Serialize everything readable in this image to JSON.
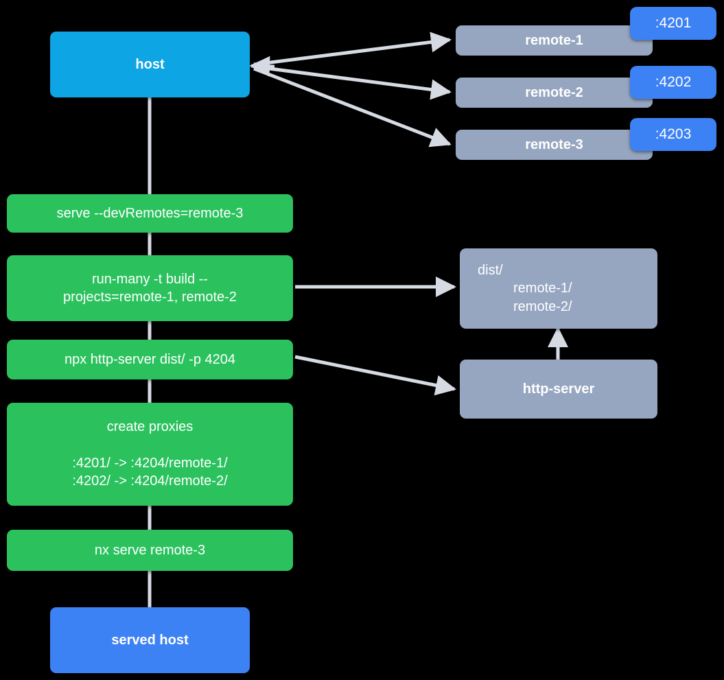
{
  "diagram": {
    "title": "Nx module federation host and remotes serve flow",
    "background": "#000000",
    "colors": {
      "host": "#0ea5e4",
      "served_host": "#3d82f5",
      "command": "#2bc25e",
      "gray_node": "#96a6c0",
      "port_badge": "#3d82f5",
      "edge": "#d5dae3",
      "text": "#ffffff"
    },
    "nodes": {
      "host": {
        "label": "host"
      },
      "remote_1": {
        "label": "remote-1",
        "port": ":4201"
      },
      "remote_2": {
        "label": "remote-2",
        "port": ":4202"
      },
      "remote_3": {
        "label": "remote-3",
        "port": ":4203"
      },
      "serve_command": {
        "label": "serve --devRemotes=remote-3"
      },
      "run_many": {
        "label": "run-many -t build --\nprojects=remote-1, remote-2"
      },
      "http_server_command": {
        "label": "npx http-server dist/ -p 4204"
      },
      "create_proxies": {
        "title": "create proxies",
        "rules": ":4201/ -> :4204/remote-1/\n:4202/ -> :4204/remote-2/"
      },
      "nx_serve_remote_3": {
        "label": "nx serve remote-3"
      },
      "served_host": {
        "label": "served host"
      },
      "dist_folder": {
        "root": "dist/",
        "children": "remote-1/\nremote-2/"
      },
      "http_server": {
        "label": "http-server"
      }
    },
    "edges": [
      {
        "from": "host",
        "to": "remote-1",
        "kind": "arrow"
      },
      {
        "from": "host",
        "to": "remote-2",
        "kind": "arrow"
      },
      {
        "from": "host",
        "to": "remote-3",
        "kind": "arrow"
      },
      {
        "from": "host",
        "to": "serve_command",
        "kind": "line"
      },
      {
        "from": "serve_command",
        "to": "run_many",
        "kind": "line"
      },
      {
        "from": "run_many",
        "to": "dist_folder",
        "kind": "arrow"
      },
      {
        "from": "run_many",
        "to": "http_server_command",
        "kind": "line"
      },
      {
        "from": "http_server_command",
        "to": "http_server",
        "kind": "arrow"
      },
      {
        "from": "http_server_command",
        "to": "create_proxies",
        "kind": "line"
      },
      {
        "from": "http_server",
        "to": "dist_folder",
        "kind": "arrow"
      },
      {
        "from": "create_proxies",
        "to": "nx_serve_remote_3",
        "kind": "line"
      },
      {
        "from": "nx_serve_remote_3",
        "to": "served_host",
        "kind": "line"
      }
    ]
  }
}
